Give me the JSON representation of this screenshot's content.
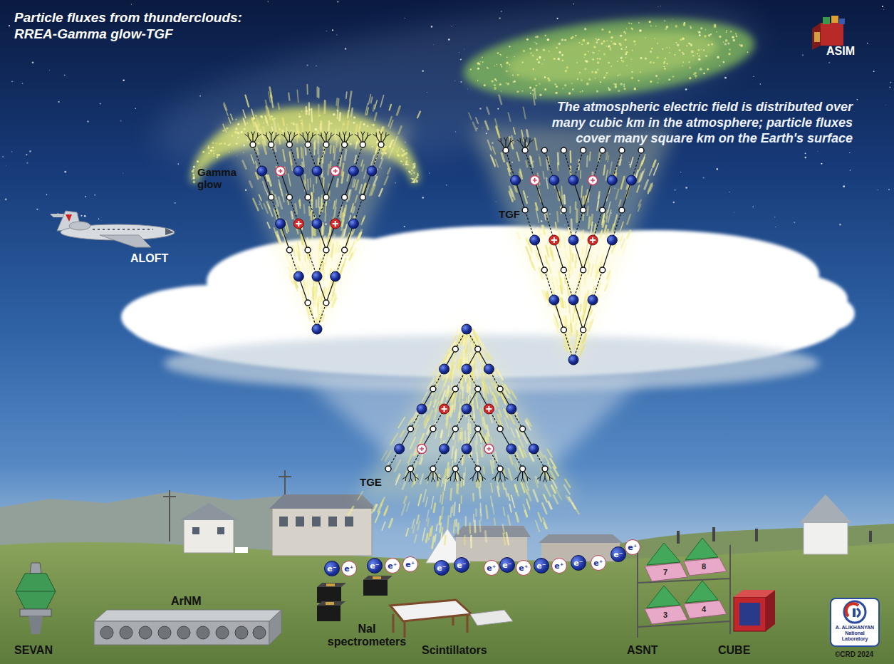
{
  "diagram": {
    "title": "Particle fluxes from thunderclouds: RREA-Gamma glow-TGF",
    "nodes": [
      {
        "text": [
          "Gamma glow"
        ]
      },
      {
        "text": [
          "TGF"
        ]
      },
      {
        "text": [
          "TGE"
        ]
      },
      {
        "text": [
          "A. ALIKHANYAN National Laboratory"
        ]
      }
    ],
    "labels": [
      "ASIM",
      "The atmospheric electric field is distributed over many cubic km in the atmosphere; particle fluxes cover many square km on the Earth's surface",
      "ALOFT",
      "e⁻",
      "e⁺",
      "e⁻",
      "e⁺",
      "e⁺",
      "e⁻",
      "e⁻",
      "e⁺",
      "e⁻",
      "e⁺",
      "e⁻",
      "e⁺",
      "e⁻",
      "e⁺",
      "e⁻",
      "e⁺",
      "SEVAN",
      "ArNM",
      "NaI spectrometers",
      "Scintillators",
      "7",
      "8",
      "3",
      "4",
      "ASNT",
      "CUBE",
      "©CRD 2024"
    ]
  }
}
